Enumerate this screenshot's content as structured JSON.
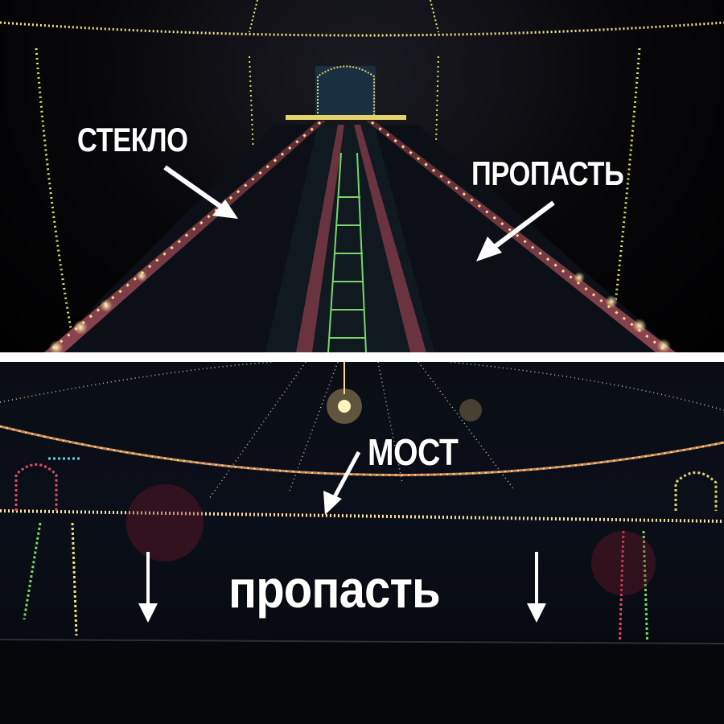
{
  "annotations": {
    "glass": "СТЕКЛО",
    "abyss_top": "ПРОПАСТЬ",
    "bridge": "МОСТ",
    "abyss_bottom": "пропасть"
  },
  "icons": [
    "arrow-icon",
    "down-arrow-icon"
  ],
  "colors": {
    "label_text": "#ffffff",
    "divider": "#ffffff",
    "light_yellow": "#f5e27a",
    "light_warm": "#ffd98a",
    "bridge_rail": "#7a3a44",
    "background": "#05070a"
  }
}
